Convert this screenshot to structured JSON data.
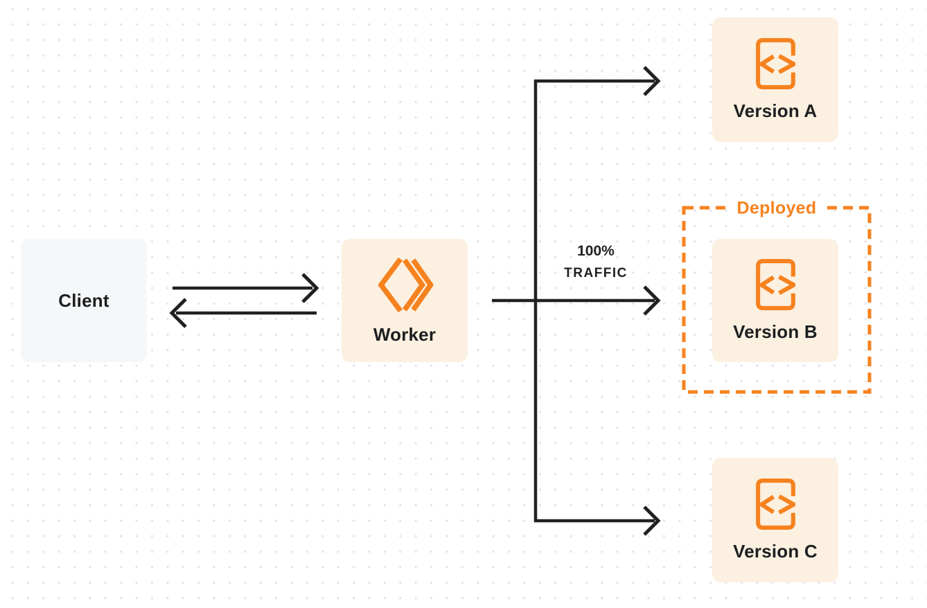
{
  "diagram": {
    "nodes": {
      "client": {
        "label": "Client"
      },
      "worker": {
        "label": "Worker"
      },
      "version_a": {
        "label": "Version A"
      },
      "version_b": {
        "label": "Version B"
      },
      "version_c": {
        "label": "Version C"
      }
    },
    "annotations": {
      "deployed_label": "Deployed",
      "traffic_pct": "100%",
      "traffic_word": "TRAFFIC"
    },
    "icons": {
      "worker_icon": "cloudflare-workers-logo",
      "version_icon": "code-document"
    }
  },
  "colors": {
    "accent": "#F6821F",
    "node-cream": "#FCF0E1",
    "node-gray": "#F6F7F8",
    "line": "#212121",
    "text": "#1D1F20",
    "dot": "#E4E4E7",
    "bg": "#FFFFFF"
  }
}
